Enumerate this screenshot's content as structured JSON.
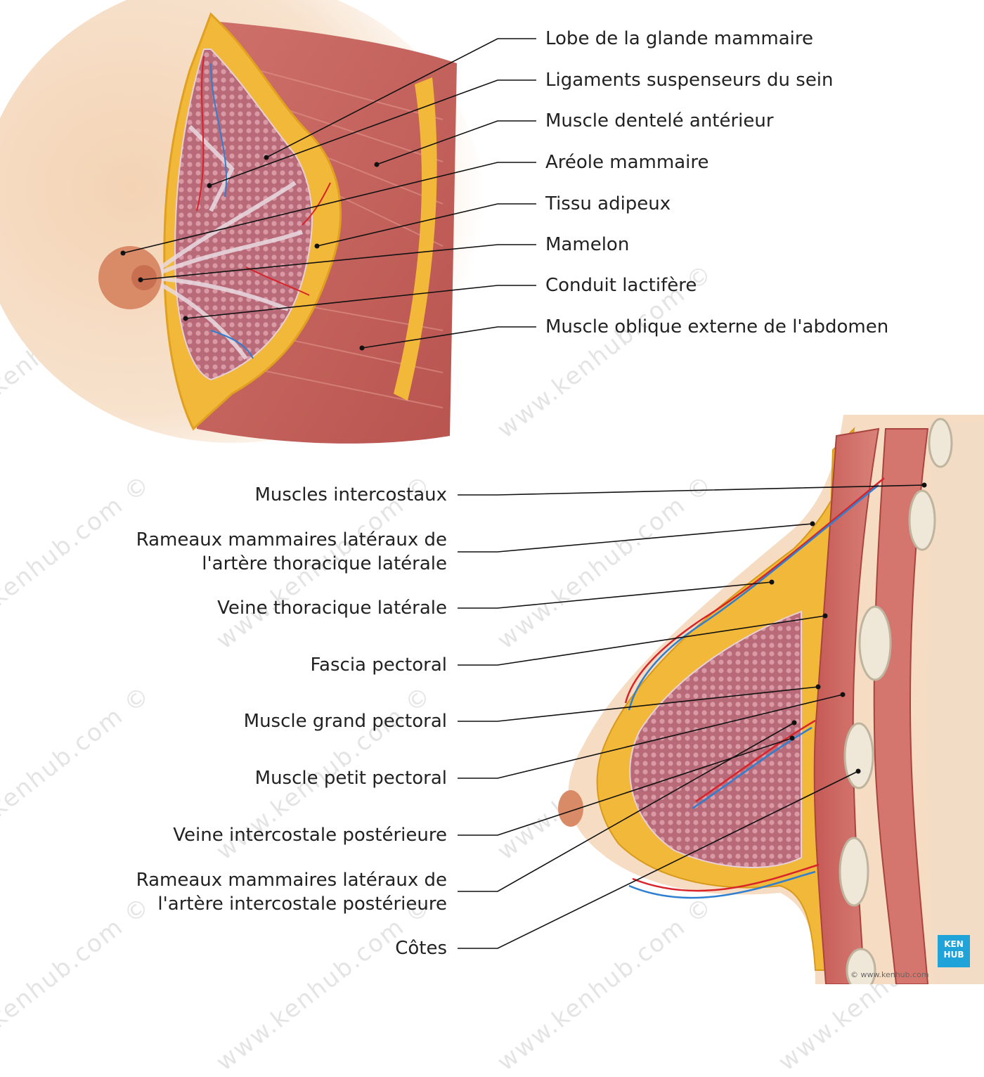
{
  "watermark": "www.kenhub.com ©",
  "top_labels": [
    "Lobe de la glande mammaire",
    "Ligaments suspenseurs du sein",
    "Muscle dentelé antérieur",
    "Aréole mammaire",
    "Tissu adipeux",
    "Mamelon",
    "Conduit lactifère",
    "Muscle oblique externe de l'abdomen"
  ],
  "bottom_labels": {
    "intercostal_muscles": "Muscles intercostaux",
    "lat_mammary_thoracic_1": "Rameaux mammaires latéraux de",
    "lat_mammary_thoracic_2": "l'artère thoracique latérale",
    "lat_thoracic_vein": "Veine thoracique latérale",
    "pectoral_fascia": "Fascia pectoral",
    "pectoralis_major": "Muscle grand pectoral",
    "pectoralis_minor": "Muscle petit pectoral",
    "post_intercostal_vein": "Veine intercostale postérieure",
    "lat_mammary_intercostal_1": "Rameaux mammaires latéraux de",
    "lat_mammary_intercostal_2": "l'artère intercostale postérieure",
    "ribs": "Côtes"
  },
  "logo": {
    "line1": "KEN",
    "line2": "HUB",
    "url": "© www.kenhub.com"
  },
  "colors": {
    "skin": "#f6dcc2",
    "muscle": "#c9655f",
    "fat": "#f2b83a",
    "gland": "#b86a78",
    "artery": "#d8232a",
    "vein": "#2f7fd0",
    "bone": "#f1ece0",
    "accent": "#1fa3d8"
  }
}
